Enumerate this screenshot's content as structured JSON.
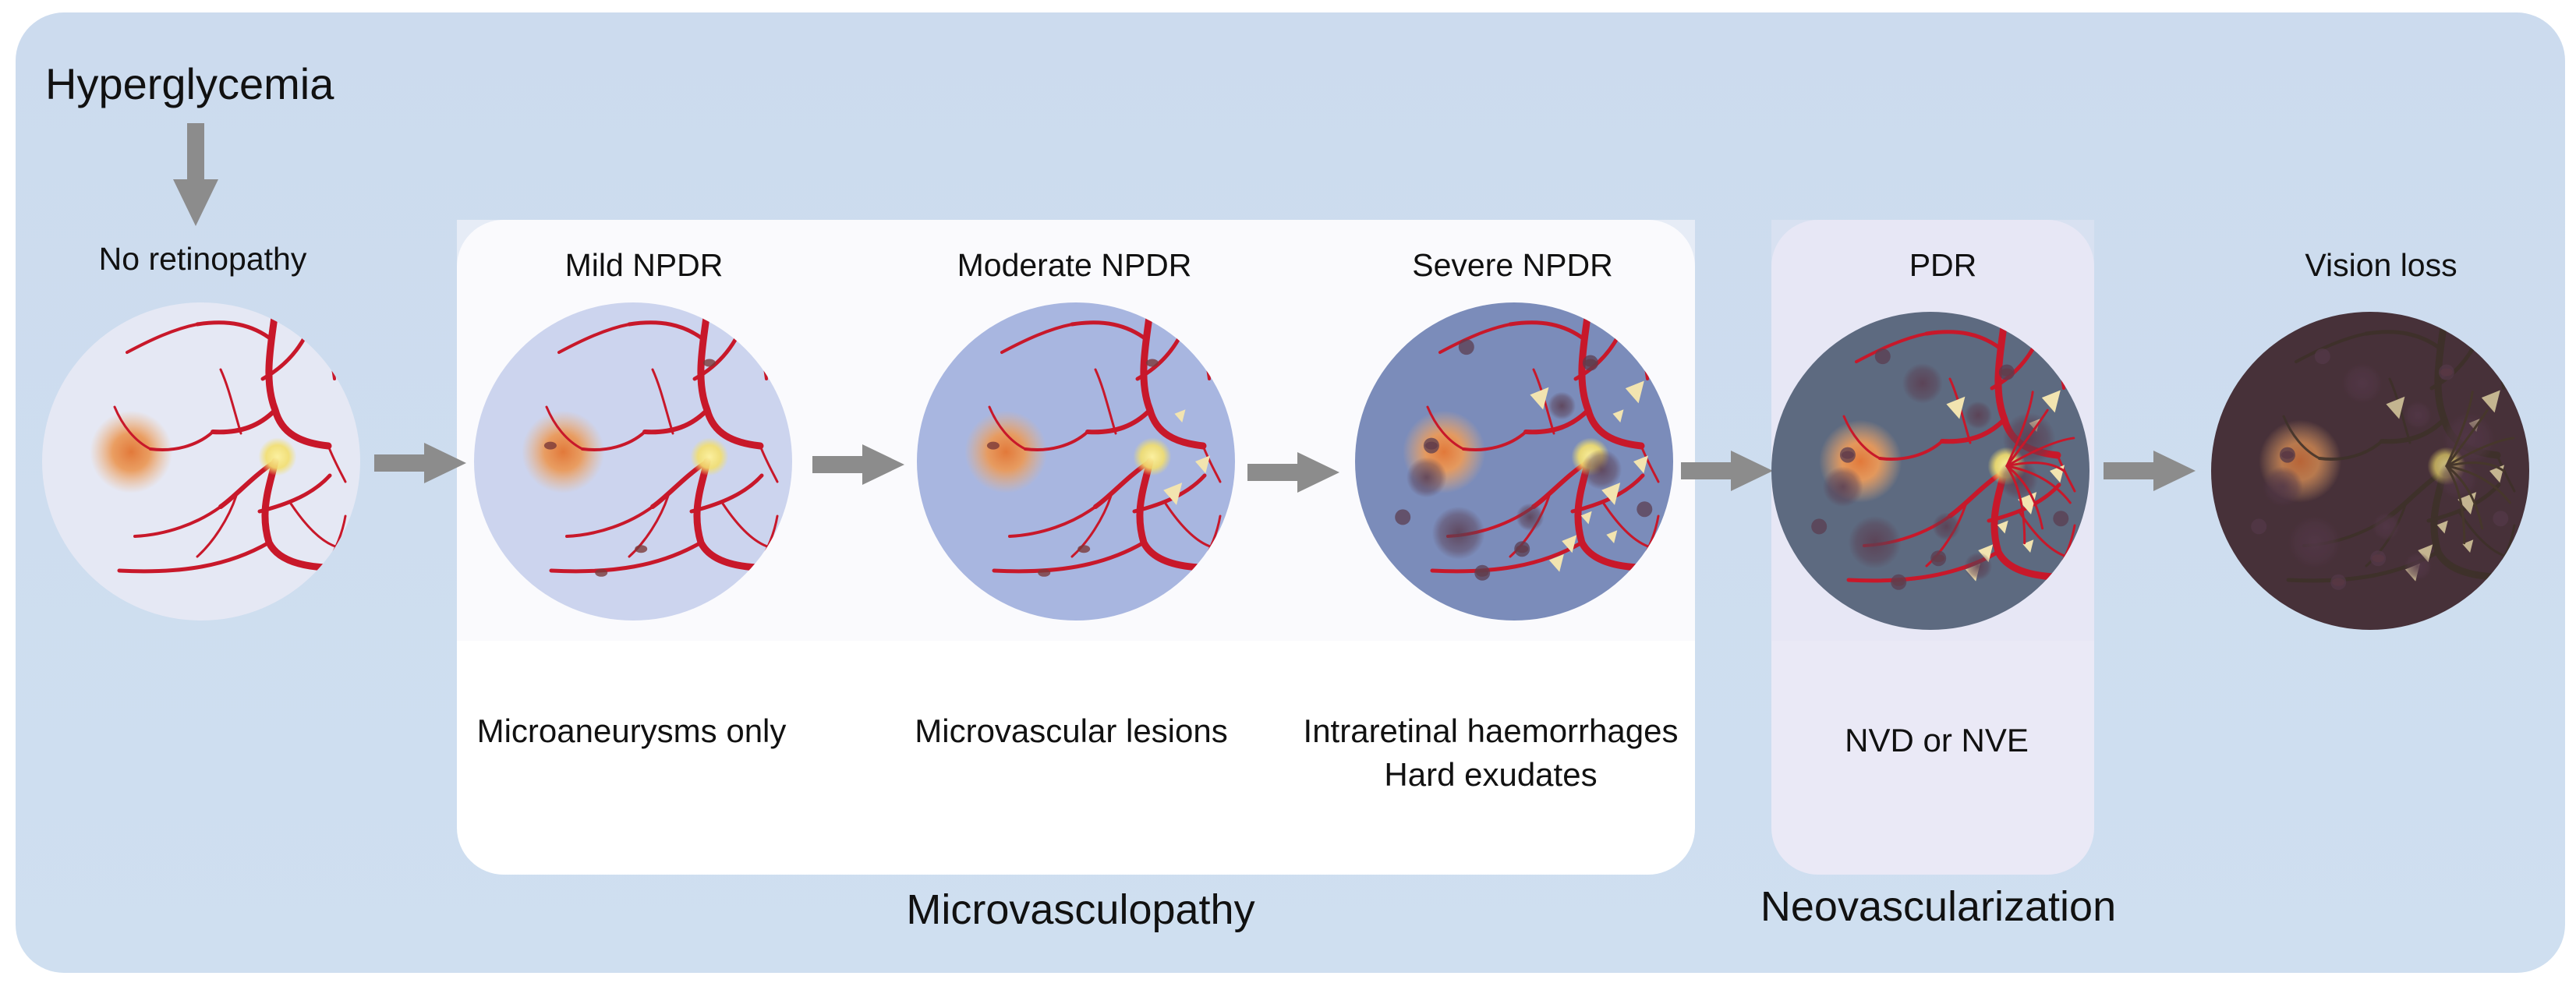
{
  "input": {
    "label": "Hyperglycemia"
  },
  "stages": [
    {
      "id": "none",
      "label": "No retinopathy",
      "description": [],
      "level": 0
    },
    {
      "id": "mild",
      "label": "Mild NPDR",
      "description": [
        "Microaneurysms only"
      ],
      "level": 1
    },
    {
      "id": "moderate",
      "label": "Moderate NPDR",
      "description": [
        "Microvascular lesions"
      ],
      "level": 2
    },
    {
      "id": "severe",
      "label": "Severe NPDR",
      "description": [
        "Intraretinal haemorrhages",
        "Hard exudates"
      ],
      "level": 3
    },
    {
      "id": "pdr",
      "label": "PDR",
      "description": [
        "NVD or NVE"
      ],
      "level": 4
    },
    {
      "id": "loss",
      "label": "Vision loss",
      "description": [],
      "level": 5
    }
  ],
  "groups": [
    {
      "id": "micro",
      "label": "Microvasculopathy",
      "stages": [
        "mild",
        "moderate",
        "severe"
      ]
    },
    {
      "id": "neo",
      "label": "Neovascularization",
      "stages": [
        "pdr"
      ]
    }
  ],
  "colors": {
    "background_panel": "#cddcec",
    "group_box": "#ffffff",
    "pdr_box": "#eae9f6",
    "arrow": "#8c8c8c",
    "vessel": "#c8182a",
    "optic_disc": "#f3df6e",
    "macula": "#e5883a",
    "exudate": "#f2e4b0",
    "haemorrhage": "#5b3d50",
    "fundus": [
      "#e5e8f4",
      "#ccd4ee",
      "#a8b6e0",
      "#7b8cba",
      "#5d6a80",
      "#4b343c"
    ]
  }
}
